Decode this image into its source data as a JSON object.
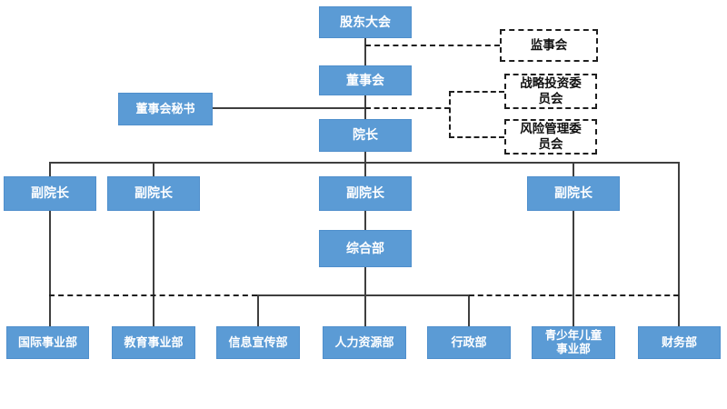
{
  "colors": {
    "node_fill": "#5b9bd5",
    "node_text": "#ffffff",
    "dashed_border": "#1f1f1f",
    "dashed_text": "#111111",
    "connector": "#3f3f3f"
  },
  "nodes": {
    "shareholders_meeting": "股东大会",
    "supervisory_board": "监事会",
    "board_of_directors": "董事会",
    "board_secretary": "董事会秘书",
    "strategic_investment_committee": "战略投资委\n员会",
    "risk_management_committee": "风险管理委\n员会",
    "dean": "院长",
    "vice_dean_1": "副院长",
    "vice_dean_2": "副院长",
    "vice_dean_3": "副院长",
    "vice_dean_4": "副院长",
    "general_department": "综合部",
    "international_division": "国际事业部",
    "education_division": "教育事业部",
    "information_publicity_department": "信息宣传部",
    "human_resources_department": "人力资源部",
    "administration_department": "行政部",
    "youth_children_division": "青少年儿童\n事业部",
    "finance_department": "财务部"
  }
}
